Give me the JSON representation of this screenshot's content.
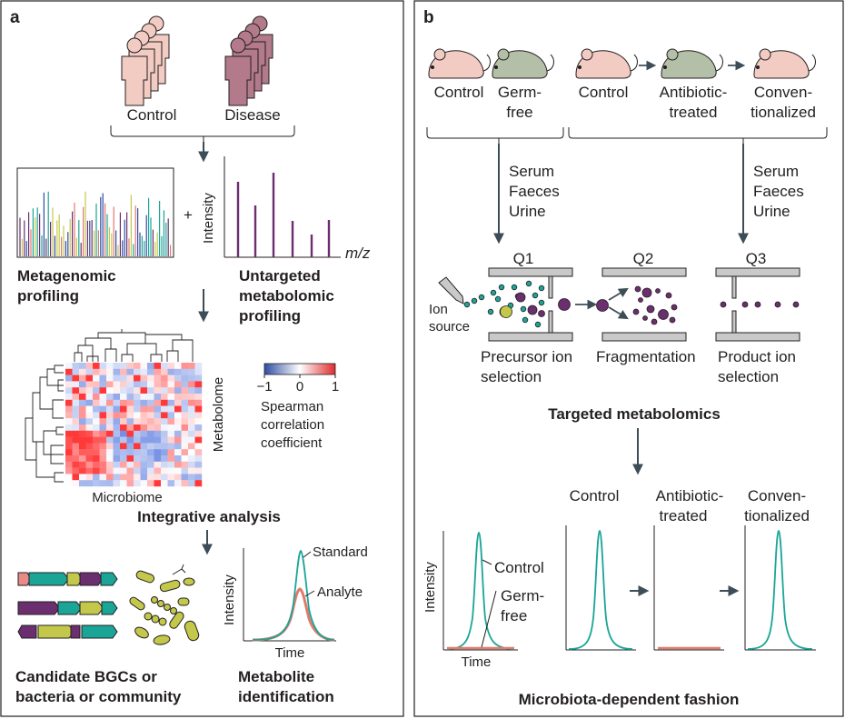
{
  "panel_a": {
    "letter": "a",
    "groups": {
      "control": "Control",
      "disease": "Disease"
    },
    "metagenomic": {
      "line1": "Metagenomic",
      "line2": "profiling"
    },
    "plus": "+",
    "ms": {
      "ylabel": "Intensity",
      "xlabel": "m/z"
    },
    "untargeted": {
      "line1": "Untargeted",
      "line2": "metabolomic",
      "line3": "profiling"
    },
    "heatmap": {
      "xlabel": "Microbiome",
      "ylabel": "Metabolome"
    },
    "colorbar": {
      "ticks": [
        "−1",
        "0",
        "1"
      ],
      "line1": "Spearman",
      "line2": "correlation",
      "line3": "coefficient"
    },
    "integrative": "Integrative analysis",
    "chrom": {
      "ylabel": "Intensity",
      "xlabel": "Time",
      "standard": "Standard",
      "analyte": "Analyte"
    },
    "candidate": {
      "line1": "Candidate BGCs or",
      "line2": "bacteria or community"
    },
    "metabolite": {
      "line1": "Metabolite",
      "line2": "identification"
    }
  },
  "panel_b": {
    "letter": "b",
    "mice": {
      "control1": "Control",
      "germ1": "Germ-",
      "germ2": "free",
      "control2": "Control",
      "abx1": "Antibiotic-",
      "abx2": "treated",
      "conv1": "Conven-",
      "conv2": "tionalized"
    },
    "samples_left": {
      "s1": "Serum",
      "s2": "Faeces",
      "s3": "Urine"
    },
    "samples_right": {
      "s1": "Serum",
      "s2": "Faeces",
      "s3": "Urine"
    },
    "quads": {
      "q1": "Q1",
      "q2": "Q2",
      "q3": "Q3"
    },
    "ion": {
      "line1": "Ion",
      "line2": "source"
    },
    "steps": {
      "precursor1": "Precursor ion",
      "precursor2": "selection",
      "fragmentation": "Fragmentation",
      "product1": "Product ion",
      "product2": "selection"
    },
    "targeted": "Targeted metabolomics",
    "chrom_titles": {
      "control": "Control",
      "abx1": "Antibiotic-",
      "abx2": "treated",
      "conv1": "Conven-",
      "conv2": "tionalized"
    },
    "overlay": {
      "ylabel": "Intensity",
      "xlabel": "Time",
      "control": "Control",
      "germ1": "Germ-",
      "germ2": "free"
    },
    "fashion": "Microbiota-dependent fashion"
  },
  "colors": {
    "teal": "#1aa597",
    "salmon": "#e07a6c",
    "purple": "#6b2e6e",
    "arrow": "#3d4d58",
    "mouse_pink": "#f2cbc3",
    "mouse_green": "#b4bfa8",
    "heat_red": "#e02b2b",
    "heat_blue": "#2f4da1"
  }
}
